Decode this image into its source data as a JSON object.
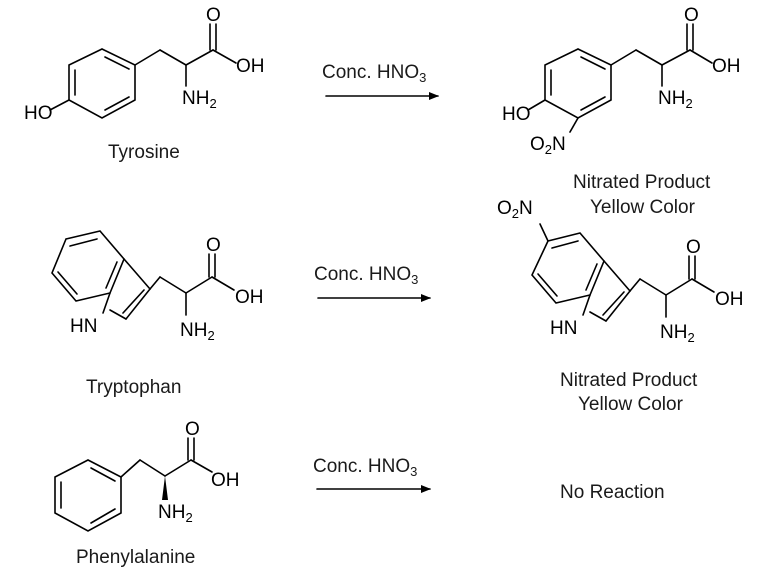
{
  "reactions": [
    {
      "reactant": {
        "name": "Tyrosine",
        "groups": {
          "o": "O",
          "oh": "OH",
          "nh": "NH",
          "n_sub": "2",
          "ho": "HO"
        }
      },
      "reagent": {
        "main": "Conc. HNO",
        "sub": "3"
      },
      "product": {
        "line1": "Nitrated Product",
        "line2": "Yellow Color",
        "groups": {
          "o": "O",
          "oh": "OH",
          "nh": "NH",
          "n_sub": "2",
          "ho": "HO",
          "o2n_o": "O",
          "o2n_sub": "2",
          "o2n_n": "N"
        }
      }
    },
    {
      "reactant": {
        "name": "Tryptophan",
        "groups": {
          "o": "O",
          "oh": "OH",
          "nh": "NH",
          "n_sub": "2",
          "hn": "HN"
        }
      },
      "reagent": {
        "main": "Conc. HNO",
        "sub": "3"
      },
      "product": {
        "line1": "Nitrated Product",
        "line2": "Yellow Color",
        "groups": {
          "o": "O",
          "oh": "OH",
          "nh": "NH",
          "n_sub": "2",
          "hn": "HN",
          "o2n_o": "O",
          "o2n_sub": "2",
          "o2n_n": "N"
        }
      }
    },
    {
      "reactant": {
        "name": "Phenylalanine",
        "groups": {
          "o": "O",
          "oh": "OH",
          "nh": "NH",
          "n_sub": "2"
        }
      },
      "reagent": {
        "main": "Conc. HNO",
        "sub": "3"
      },
      "product": {
        "result": "No Reaction"
      }
    }
  ]
}
